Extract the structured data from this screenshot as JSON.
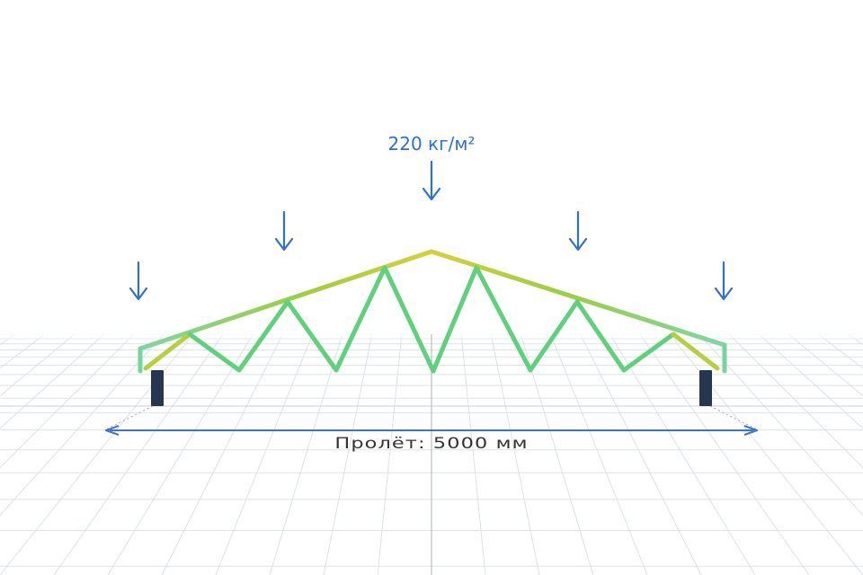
{
  "load": {
    "label": "220 кг/м²",
    "arrow_count": 5
  },
  "span": {
    "label": "Пролёт: 5000 мм",
    "value_mm": 5000
  },
  "truss": {
    "type": "triangular roof truss",
    "supports": 2
  },
  "colors": {
    "load_arrow": "#2f6fd6",
    "span_arrow": "#3a74cf",
    "span_text": "#333333",
    "member_low_stress": "#5fd07a",
    "member_mid_stress": "#93cc3e",
    "member_high_stress": "#d4cf3e",
    "support": "#26364f",
    "grid": "#dfe3e8"
  }
}
